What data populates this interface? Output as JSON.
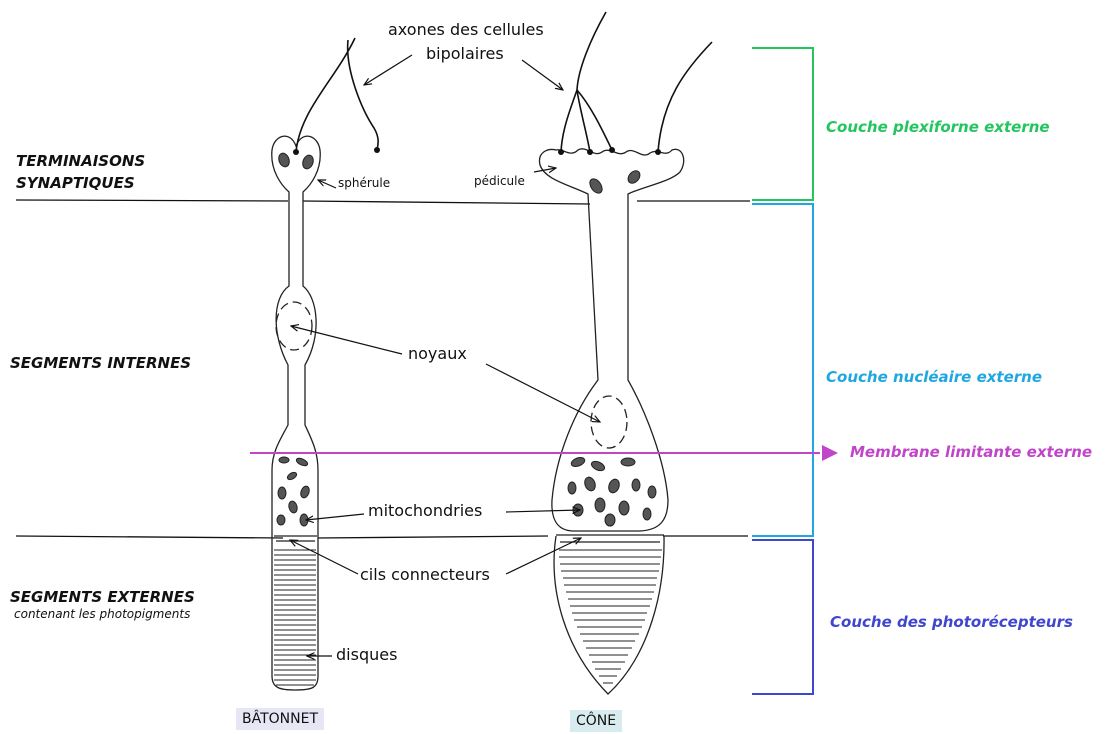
{
  "regions": {
    "synaptic_1": "TERMINAISONS",
    "synaptic_2": "SYNAPTIQUES",
    "inner": "SEGMENTS INTERNES",
    "outer": "SEGMENTS EXTERNES",
    "outer_sub": "contenant les photopigments"
  },
  "annotations": {
    "axons_1": "axones des cellules",
    "axons_2": "bipolaires",
    "spherule": "sphérule",
    "pedicule": "pédicule",
    "noyaux": "noyaux",
    "mitochondries": "mitochondries",
    "cils": "cils connecteurs",
    "disques": "disques"
  },
  "layers": {
    "plexiform": {
      "label": "Couche plexiforne externe",
      "color": "#22c55e"
    },
    "nuclear": {
      "label": "Couche nucléaire externe",
      "color": "#1ea7e1"
    },
    "membrane": {
      "label": "Membrane limitante externe",
      "color": "#c045c8"
    },
    "photoreceptor": {
      "label": "Couche des photorécepteurs",
      "color": "#3f48cc"
    }
  },
  "cells": {
    "rod": {
      "label": "BÂTONNET",
      "bg": "#e6e6f5"
    },
    "cone": {
      "label": "CÔNE",
      "bg": "#d8ecef"
    }
  }
}
